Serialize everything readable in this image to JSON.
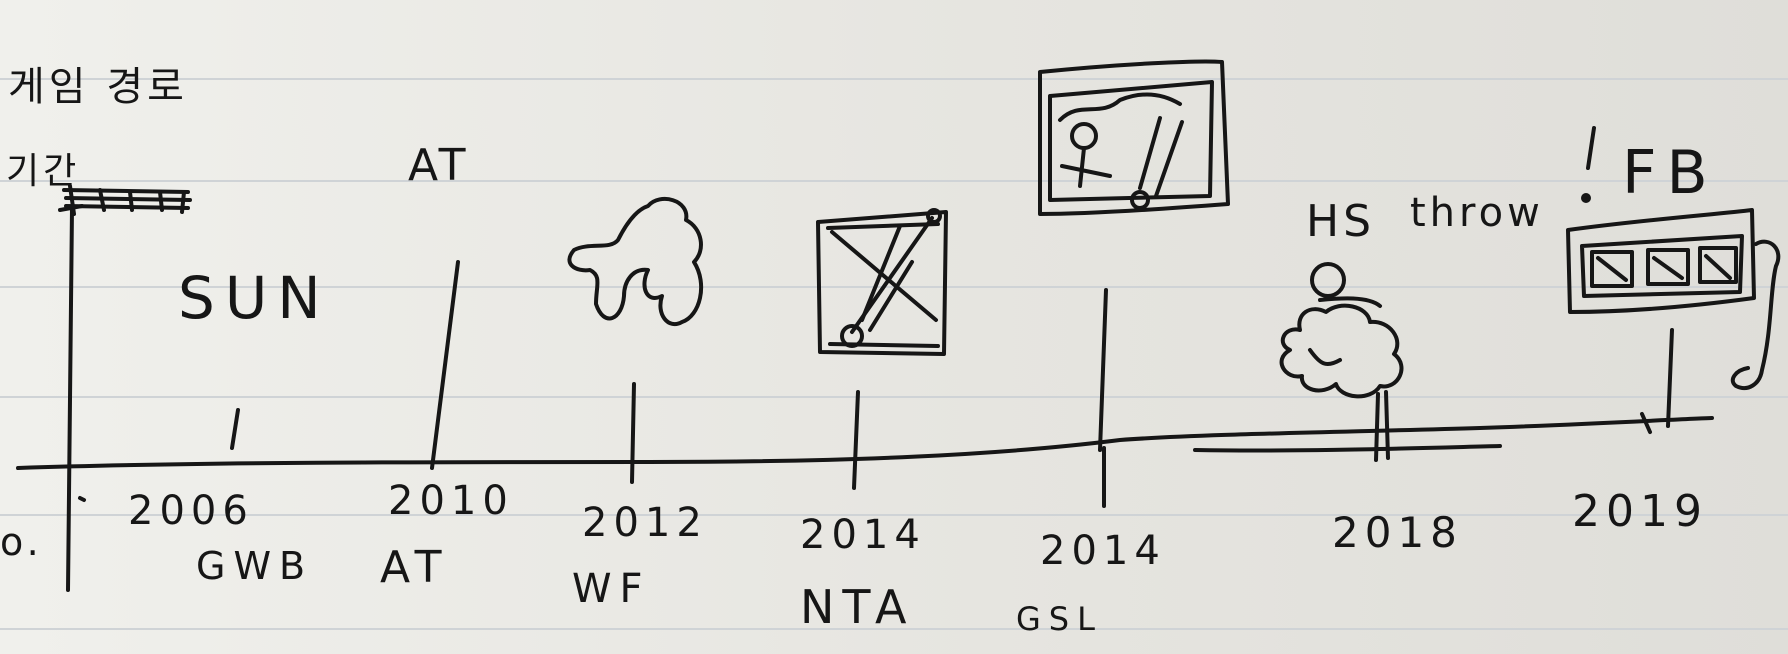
{
  "sketch": {
    "title": "게임 경로",
    "start_label": "기간",
    "edge_mark": "o.",
    "annotations": {
      "sun": "SUN",
      "at_top": "AT",
      "hs": "HS",
      "throw": "throw",
      "fb": "FB"
    }
  },
  "timeline": {
    "milestones": [
      {
        "year": "2006",
        "label": "GWB"
      },
      {
        "year": "2010",
        "label": "AT"
      },
      {
        "year": "2012",
        "label": "WF"
      },
      {
        "year": "2014",
        "label": "NTA"
      },
      {
        "year": "2014",
        "label": "GSL"
      },
      {
        "year": "2018",
        "label": ""
      },
      {
        "year": "2019",
        "label": ""
      }
    ]
  },
  "colors": {
    "ink": "#161616",
    "paper": "#ebeae5",
    "rule": "#cfd3d6"
  }
}
